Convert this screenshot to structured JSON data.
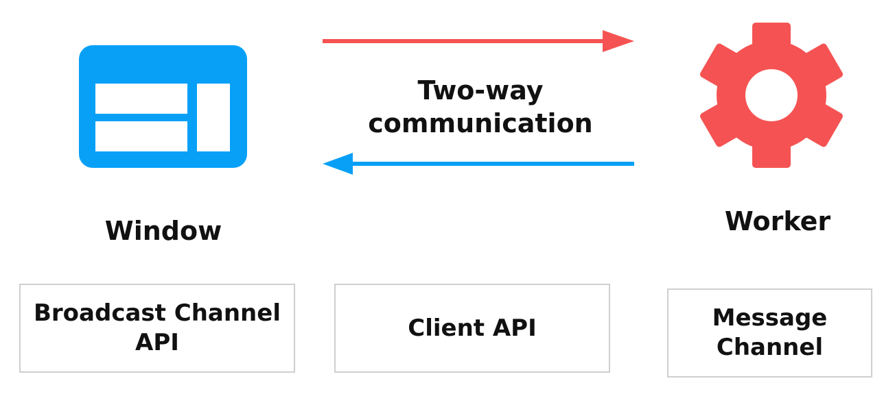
{
  "colors": {
    "window_blue": "#08a0f7",
    "worker_red": "#f55353",
    "text": "#111111",
    "box_border": "#cfcfcf"
  },
  "window_node": {
    "icon": "browser-window-icon",
    "label": "Window"
  },
  "worker_node": {
    "icon": "gear-icon",
    "label": "Worker"
  },
  "connection": {
    "caption_line1": "Two-way",
    "caption_line2": "communication",
    "arrow_to_worker_icon": "arrow-right-icon",
    "arrow_to_window_icon": "arrow-left-icon"
  },
  "api_boxes": [
    {
      "line1": "Broadcast Channel",
      "line2": "API"
    },
    {
      "line1": "Client API",
      "line2": ""
    },
    {
      "line1": "Message",
      "line2": "Channel"
    }
  ]
}
